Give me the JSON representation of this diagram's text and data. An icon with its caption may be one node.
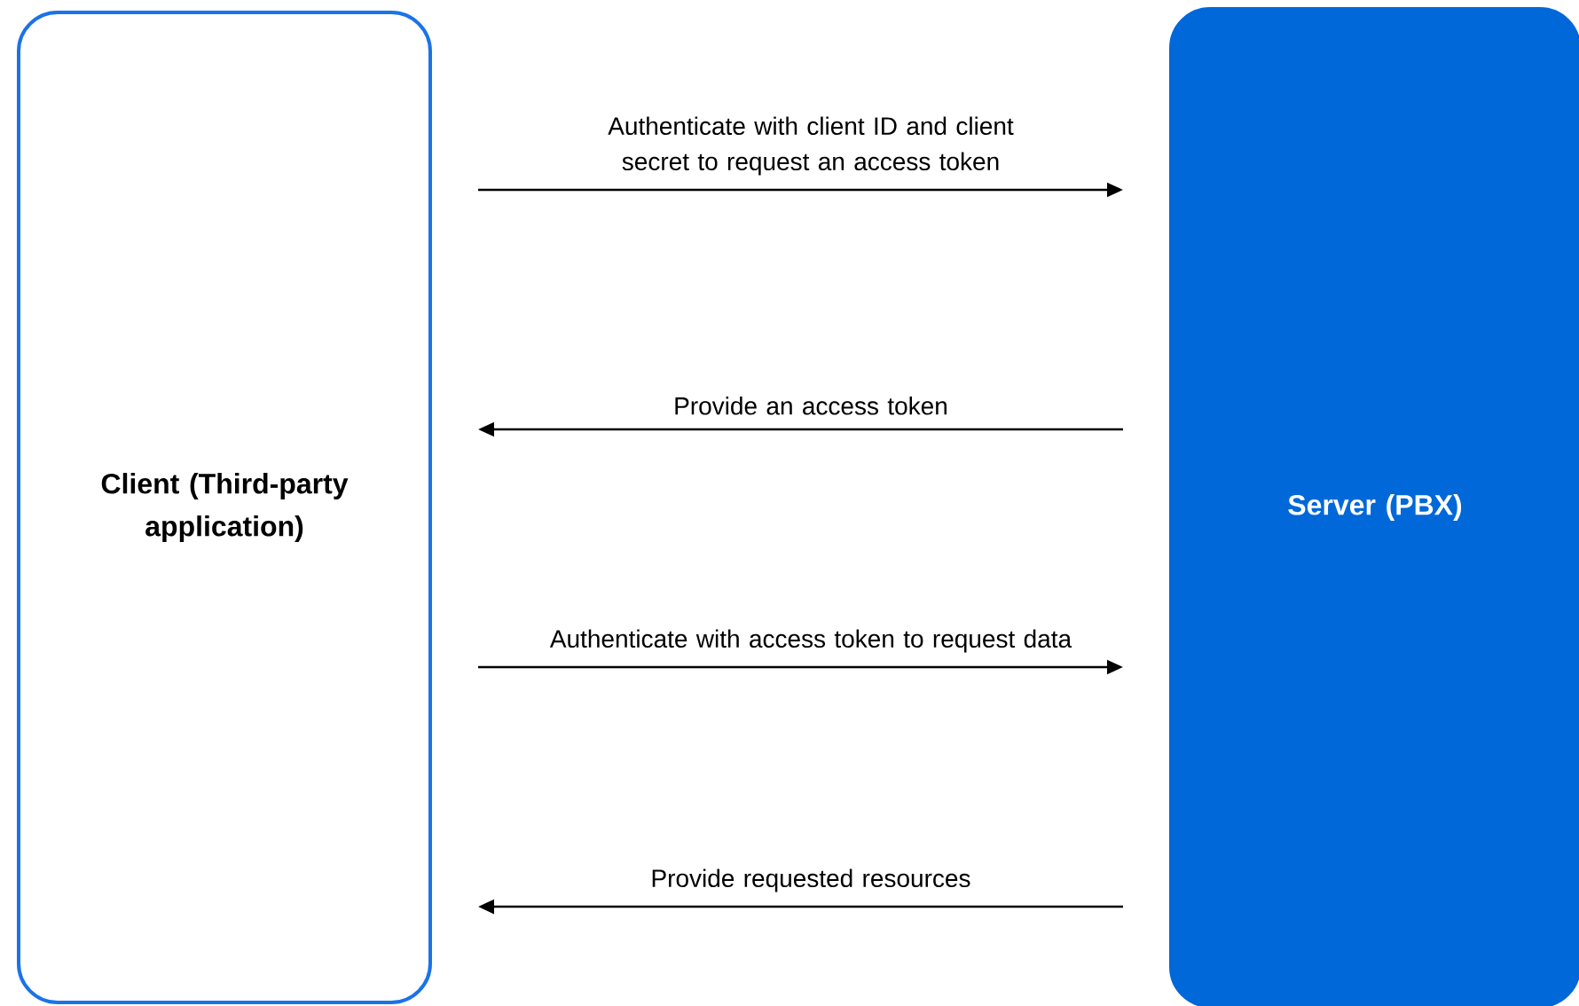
{
  "diagram": {
    "nodes": [
      {
        "text": [
          "Client (Third-party application)"
        ]
      },
      {
        "text": [
          "Server (PBX)"
        ]
      }
    ],
    "edges": [
      {
        "from": 0,
        "to": 1,
        "arrow": "to",
        "label": "Authenticate with client ID and client secret to request an access token"
      },
      {
        "from": 1,
        "to": 0,
        "arrow": "to",
        "label": "Provide an access token"
      },
      {
        "from": 0,
        "to": 1,
        "arrow": "to",
        "label": "Authenticate with access token to request data"
      },
      {
        "from": 1,
        "to": 0,
        "arrow": "to",
        "label": "Provide requested resources"
      }
    ]
  }
}
